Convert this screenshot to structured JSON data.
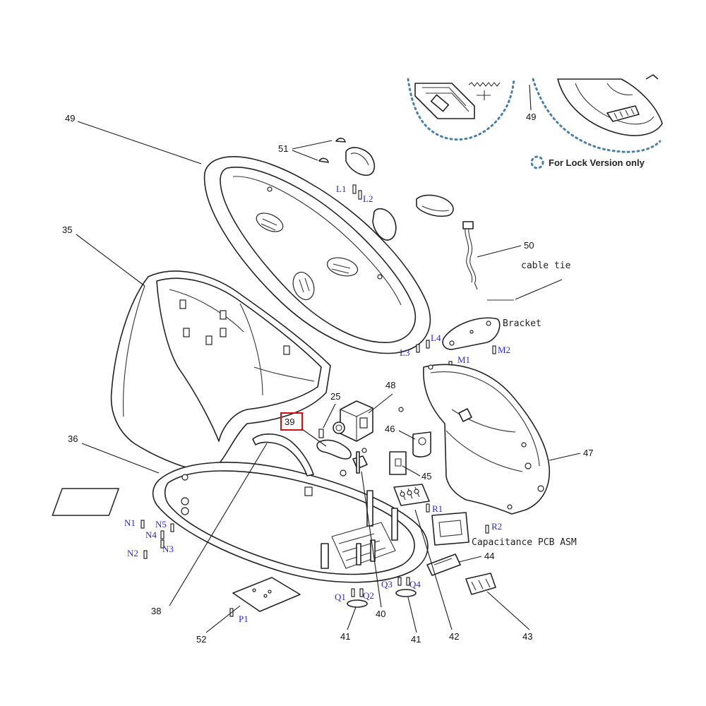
{
  "part_numbers": {
    "p49": "49",
    "p49b": "49",
    "p51": "51",
    "p35": "35",
    "p36": "36",
    "p50": "50",
    "p48": "48",
    "p25": "25",
    "p39": "39",
    "p46": "46",
    "p45": "45",
    "p47": "47",
    "p44": "44",
    "p43": "43",
    "p42": "42",
    "p41a": "41",
    "p41b": "41",
    "p40": "40",
    "p38": "38",
    "p52": "52"
  },
  "codes": {
    "L1": "L1",
    "L2": "L2",
    "L3": "L3",
    "L4": "L4",
    "M1": "M1",
    "M2": "M2",
    "N1": "N1",
    "N2": "N2",
    "N3": "N3",
    "N4": "N4",
    "N5": "N5",
    "R1": "R1",
    "R2": "R2",
    "Q1": "Q1",
    "Q2": "Q2",
    "Q3": "Q3",
    "Q4": "Q4",
    "P1": "P1"
  },
  "notes": {
    "cable_tie": "cable tie",
    "bracket": "Bracket",
    "pcb": "Capacitance PCB ASM"
  },
  "legend": {
    "label": "For Lock Version only"
  },
  "colors": {
    "highlight": "#d01010",
    "code_text": "#2a2ad0",
    "dotted": "#4a7fa8"
  }
}
